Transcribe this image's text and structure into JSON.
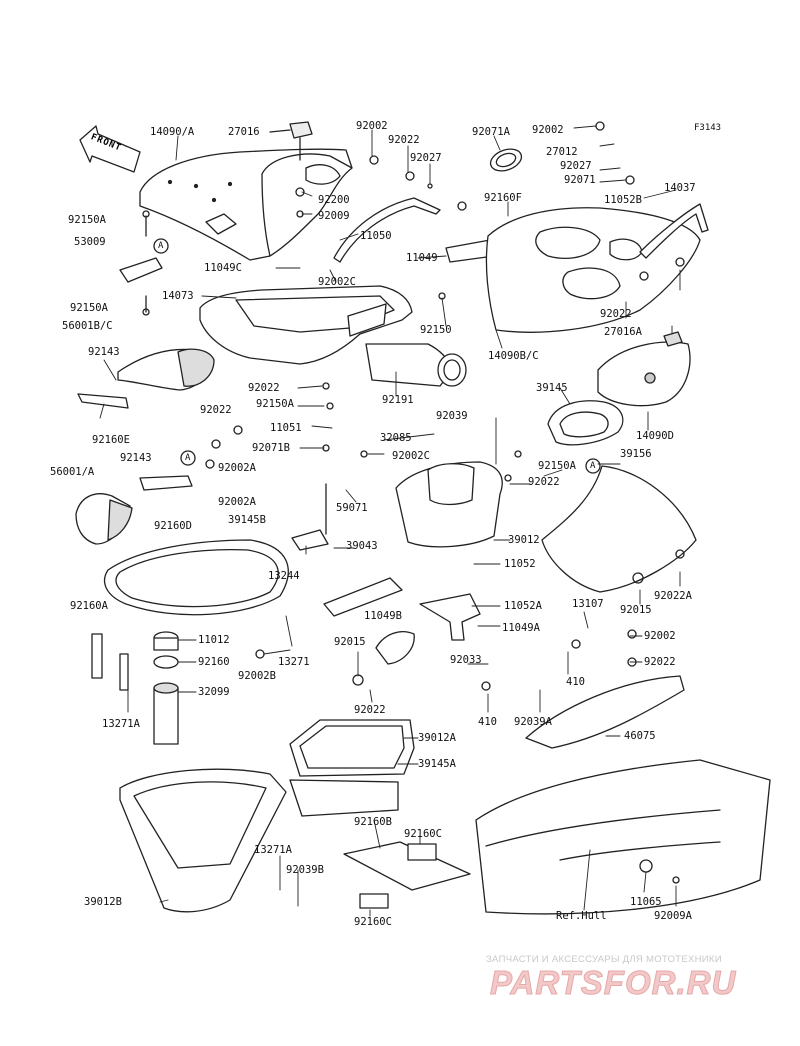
{
  "diagram": {
    "code": "F3143",
    "front_marker": "FRONT",
    "watermark_text": "ЗАПЧАСТИ И АКСЕССУАРЫ ДЛЯ МОТОТЕХНИКИ",
    "watermark_logo": "PARTSFOR.RU",
    "labels": [
      "14090/A",
      "27016",
      "92002",
      "92022",
      "92027",
      "92071A",
      "92002",
      "27012",
      "92027",
      "92071",
      "14037",
      "11052B",
      "92160F",
      "92200",
      "92009",
      "11050",
      "92150A",
      "53009",
      "11049C",
      "11049",
      "92002C",
      "14073",
      "92150A",
      "56001B/C",
      "92150",
      "92022",
      "27016A",
      "14090B/C",
      "92143",
      "92191",
      "92022",
      "92150A",
      "39145",
      "92039",
      "11051",
      "92071B",
      "32085",
      "92002C",
      "14090D",
      "92160E",
      "92022",
      "92002A",
      "92143",
      "56001/A",
      "92002A",
      "92160D",
      "39145B",
      "59071",
      "92150A",
      "39156",
      "92022",
      "39012",
      "39043",
      "13244",
      "11052",
      "92160A",
      "11049B",
      "11052A",
      "13107",
      "11049A",
      "11012",
      "92015",
      "92002",
      "92160",
      "13271",
      "92002B",
      "92033",
      "92022",
      "32099",
      "410",
      "92022",
      "410",
      "92039A",
      "46075",
      "13271A",
      "39012A",
      "39145A",
      "92160B",
      "92160C",
      "13271A",
      "92039B",
      "92160C",
      "Ref.Hull",
      "11065",
      "92009A",
      "39012B",
      "92015",
      "92022A",
      "A",
      "A",
      "A"
    ]
  }
}
